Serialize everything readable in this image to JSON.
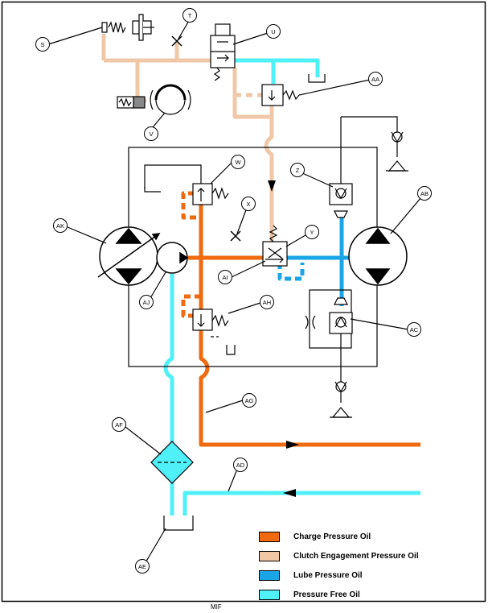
{
  "callouts": {
    "S": "S",
    "T": "T",
    "U": "U",
    "AA": "AA",
    "V": "V",
    "W": "W",
    "Z": "Z",
    "AB": "AB",
    "AK": "AK",
    "X": "X",
    "Y": "Y",
    "AI": "AI",
    "AJ": "AJ",
    "AH": "AH",
    "AC": "AC",
    "AG": "AG",
    "AF": "AF",
    "AD": "AD",
    "AE": "AE"
  },
  "legend": {
    "items": [
      {
        "label": "Charge Pressure Oil",
        "color": "#f06a10"
      },
      {
        "label": "Clutch Engagement Pressure Oil",
        "color": "#f0c8a8"
      },
      {
        "label": "Lube Pressure Oil",
        "color": "#1aa6e6"
      },
      {
        "label": "Pressure Free Oil",
        "color": "#50f0f8"
      }
    ]
  },
  "colors": {
    "charge": "#f06a10",
    "clutch": "#f0c8a8",
    "lube": "#1aa6e6",
    "free": "#50f0f8"
  },
  "footer": {
    "code": "MIF"
  }
}
